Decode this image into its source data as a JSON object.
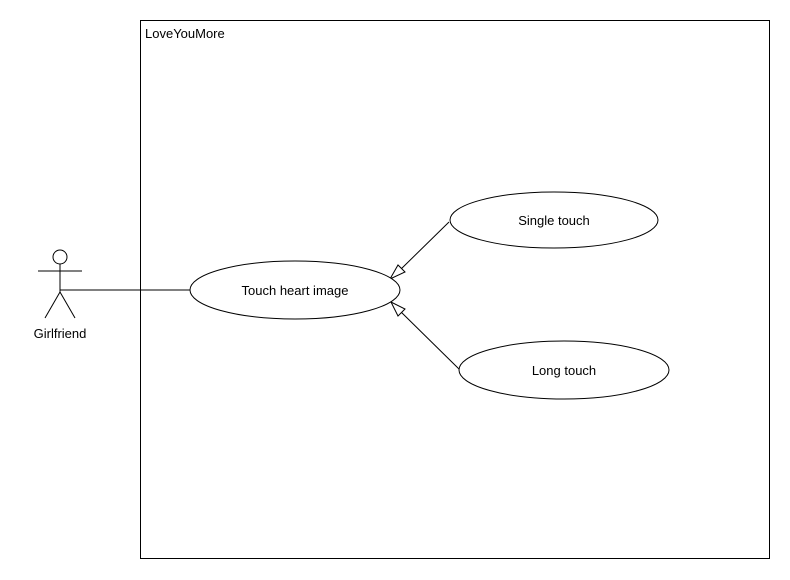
{
  "system": {
    "name": "LoveYouMore"
  },
  "actor": {
    "name": "Girlfriend"
  },
  "use_cases": {
    "main": "Touch heart image",
    "single": "Single touch",
    "long": "Long touch"
  },
  "colors": {
    "stroke": "#000000",
    "fill": "#ffffff"
  }
}
